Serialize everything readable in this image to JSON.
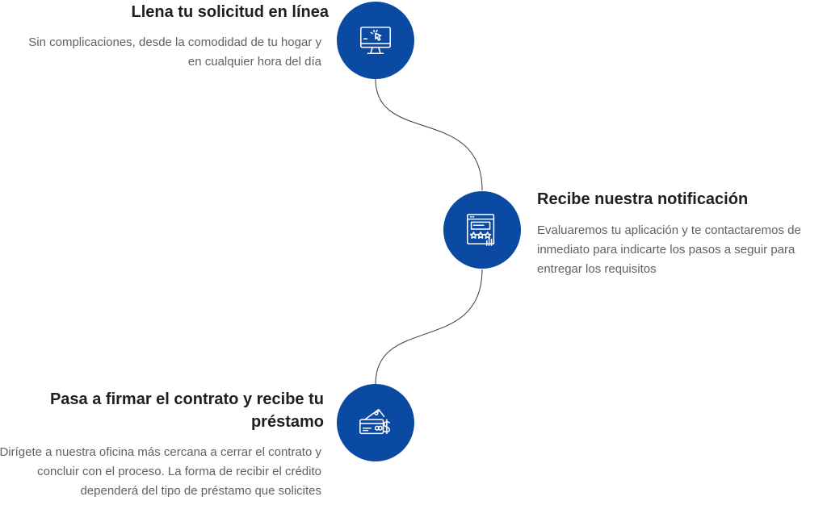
{
  "steps": [
    {
      "title": "Llena tu solicitud en línea",
      "description": "Sin complicaciones, desde la comodidad de tu hogar y en cualquier hora del día",
      "icon": "computer-monitor-icon"
    },
    {
      "title": "Recibe nuestra notificación",
      "description": "Evaluaremos tu aplicación y te contactaremos de inmediato para indicarte los pasos a seguir para entregar los requisitos",
      "icon": "notification-rating-icon"
    },
    {
      "title": "Pasa a firmar el contrato y recibe tu préstamo",
      "description": "Dirígete a nuestra oficina más cercana a cerrar el contrato y concluir con el proceso. La forma de recibir el crédito dependerá del tipo de préstamo que solicites",
      "icon": "money-cards-icon"
    }
  ],
  "colors": {
    "accent": "#0a4aa3",
    "title": "#1f1f1f",
    "text": "#616161",
    "line": "#3a3a3a"
  }
}
